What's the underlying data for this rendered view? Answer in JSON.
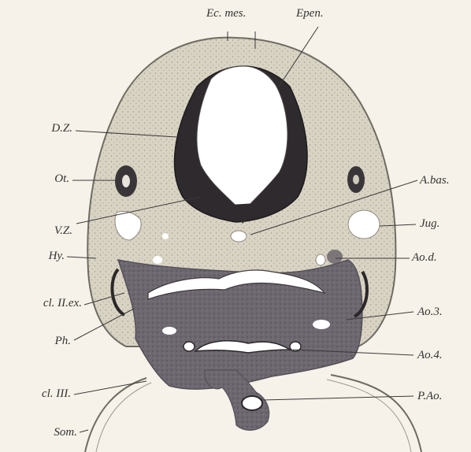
{
  "figure": {
    "labels": {
      "ec_mes": "Ec. mes.",
      "epen": "Epen.",
      "dz": "D.Z.",
      "ot": "Ot.",
      "vz": "V.Z.",
      "hy": "Hy.",
      "cl2ex": "cl. II.ex.",
      "ph": "Ph.",
      "cl3": "cl. III.",
      "som": "Som.",
      "abas": "A.bas.",
      "jug": "Jug.",
      "aod": "Ao.d.",
      "ao3": "Ao.3.",
      "ao4": "Ao.4.",
      "pao": "P.Ao."
    },
    "colors": {
      "paper": "#f6f2e9",
      "mesenchyme": "#d9d3c3",
      "outline": "#6e6b62",
      "neural_tube_dark": "#2e2a2d",
      "pharynx_dark": "#6d6770",
      "lumen": "#ffffff",
      "leader_line": "#3a3a3a"
    }
  }
}
